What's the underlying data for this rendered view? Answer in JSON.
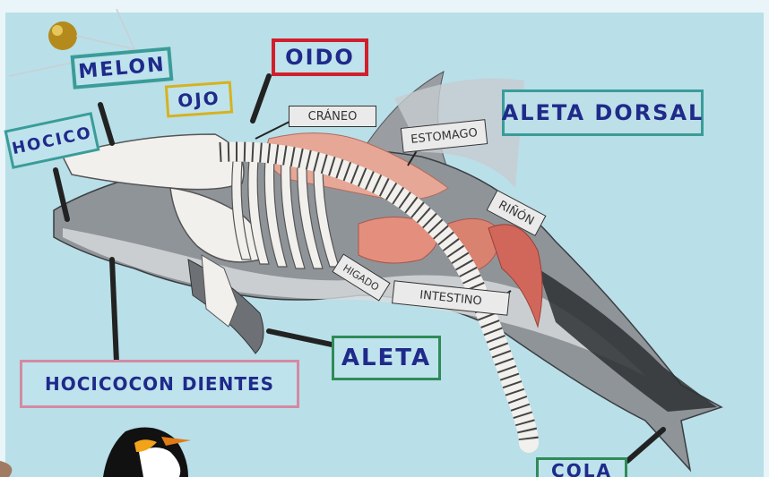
{
  "labels": {
    "melon": "MELON",
    "oido": "OIDO",
    "ojo": "OJO",
    "hocico": "HOCICO",
    "aleta_dorsal": "ALETA DORSAL",
    "hocico_con_dientes": "HOCICOCON DIENTES",
    "aleta": "ALETA",
    "cola": "COLA"
  },
  "inner_labels": {
    "craneo": "CRÁNEO",
    "estomago": "ESTOMAGO",
    "rinon": "RIÑÓN",
    "higado": "HIGADO",
    "intestino": "INTESTINO"
  },
  "colors": {
    "board": "#b9dfe8",
    "label_green": "#2e8b57",
    "label_red": "#d11f2b",
    "label_yellow": "#d6b21e",
    "label_teal": "#3a9c99",
    "label_pink": "#d48aa3",
    "ink_blue": "#1f2a8a"
  }
}
